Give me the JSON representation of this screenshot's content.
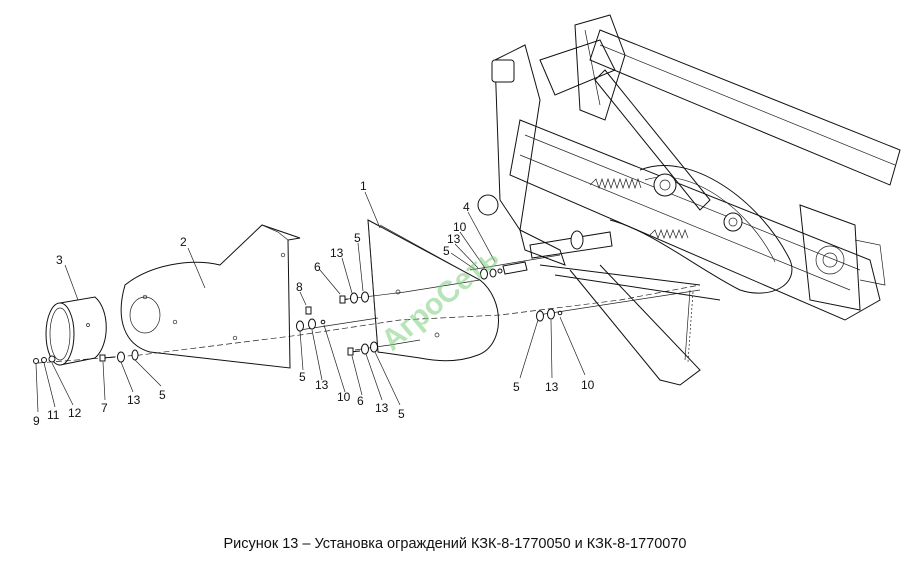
{
  "caption": "Рисунок 13 – Установка ограждений КЗК-8-1770050 и КЗК-8-1770070",
  "watermark": "АгроСеть",
  "part_labels": {
    "l1": "1",
    "l2": "2",
    "l3": "3",
    "l4": "4",
    "l5a": "5",
    "l5b": "5",
    "l5c": "5",
    "l5d": "5",
    "l5e": "5",
    "l5f": "5",
    "l6a": "6",
    "l6b": "6",
    "l7": "7",
    "l8": "8",
    "l9": "9",
    "l10a": "10",
    "l10b": "10",
    "l10c": "10",
    "l11": "11",
    "l12": "12",
    "l13a": "13",
    "l13b": "13",
    "l13c": "13",
    "l13d": "13",
    "l13e": "13",
    "l13f": "13"
  }
}
